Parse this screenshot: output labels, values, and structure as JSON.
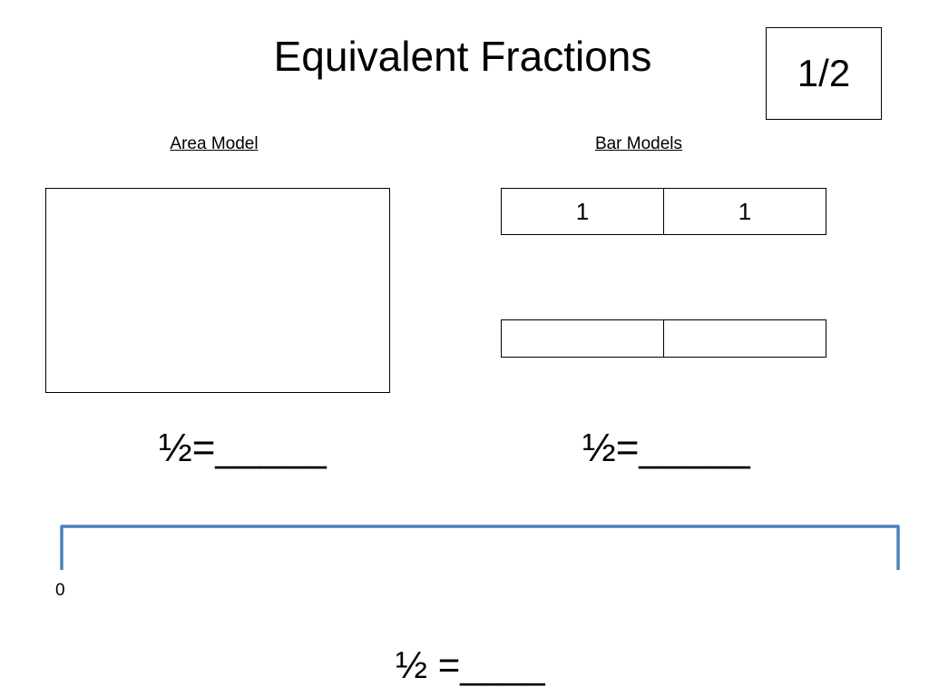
{
  "header": {
    "title": "Equivalent Fractions",
    "fraction": "1/2"
  },
  "area_model": {
    "label": "Area Model",
    "equation": "½=_____"
  },
  "bar_models": {
    "label": "Bar Models",
    "top_bar": [
      "1",
      "1"
    ],
    "bottom_bar": [
      "",
      ""
    ],
    "equation": "½=_____"
  },
  "number_line": {
    "start_label": "0",
    "color": "#4f81bd",
    "equation": "½ =____"
  }
}
